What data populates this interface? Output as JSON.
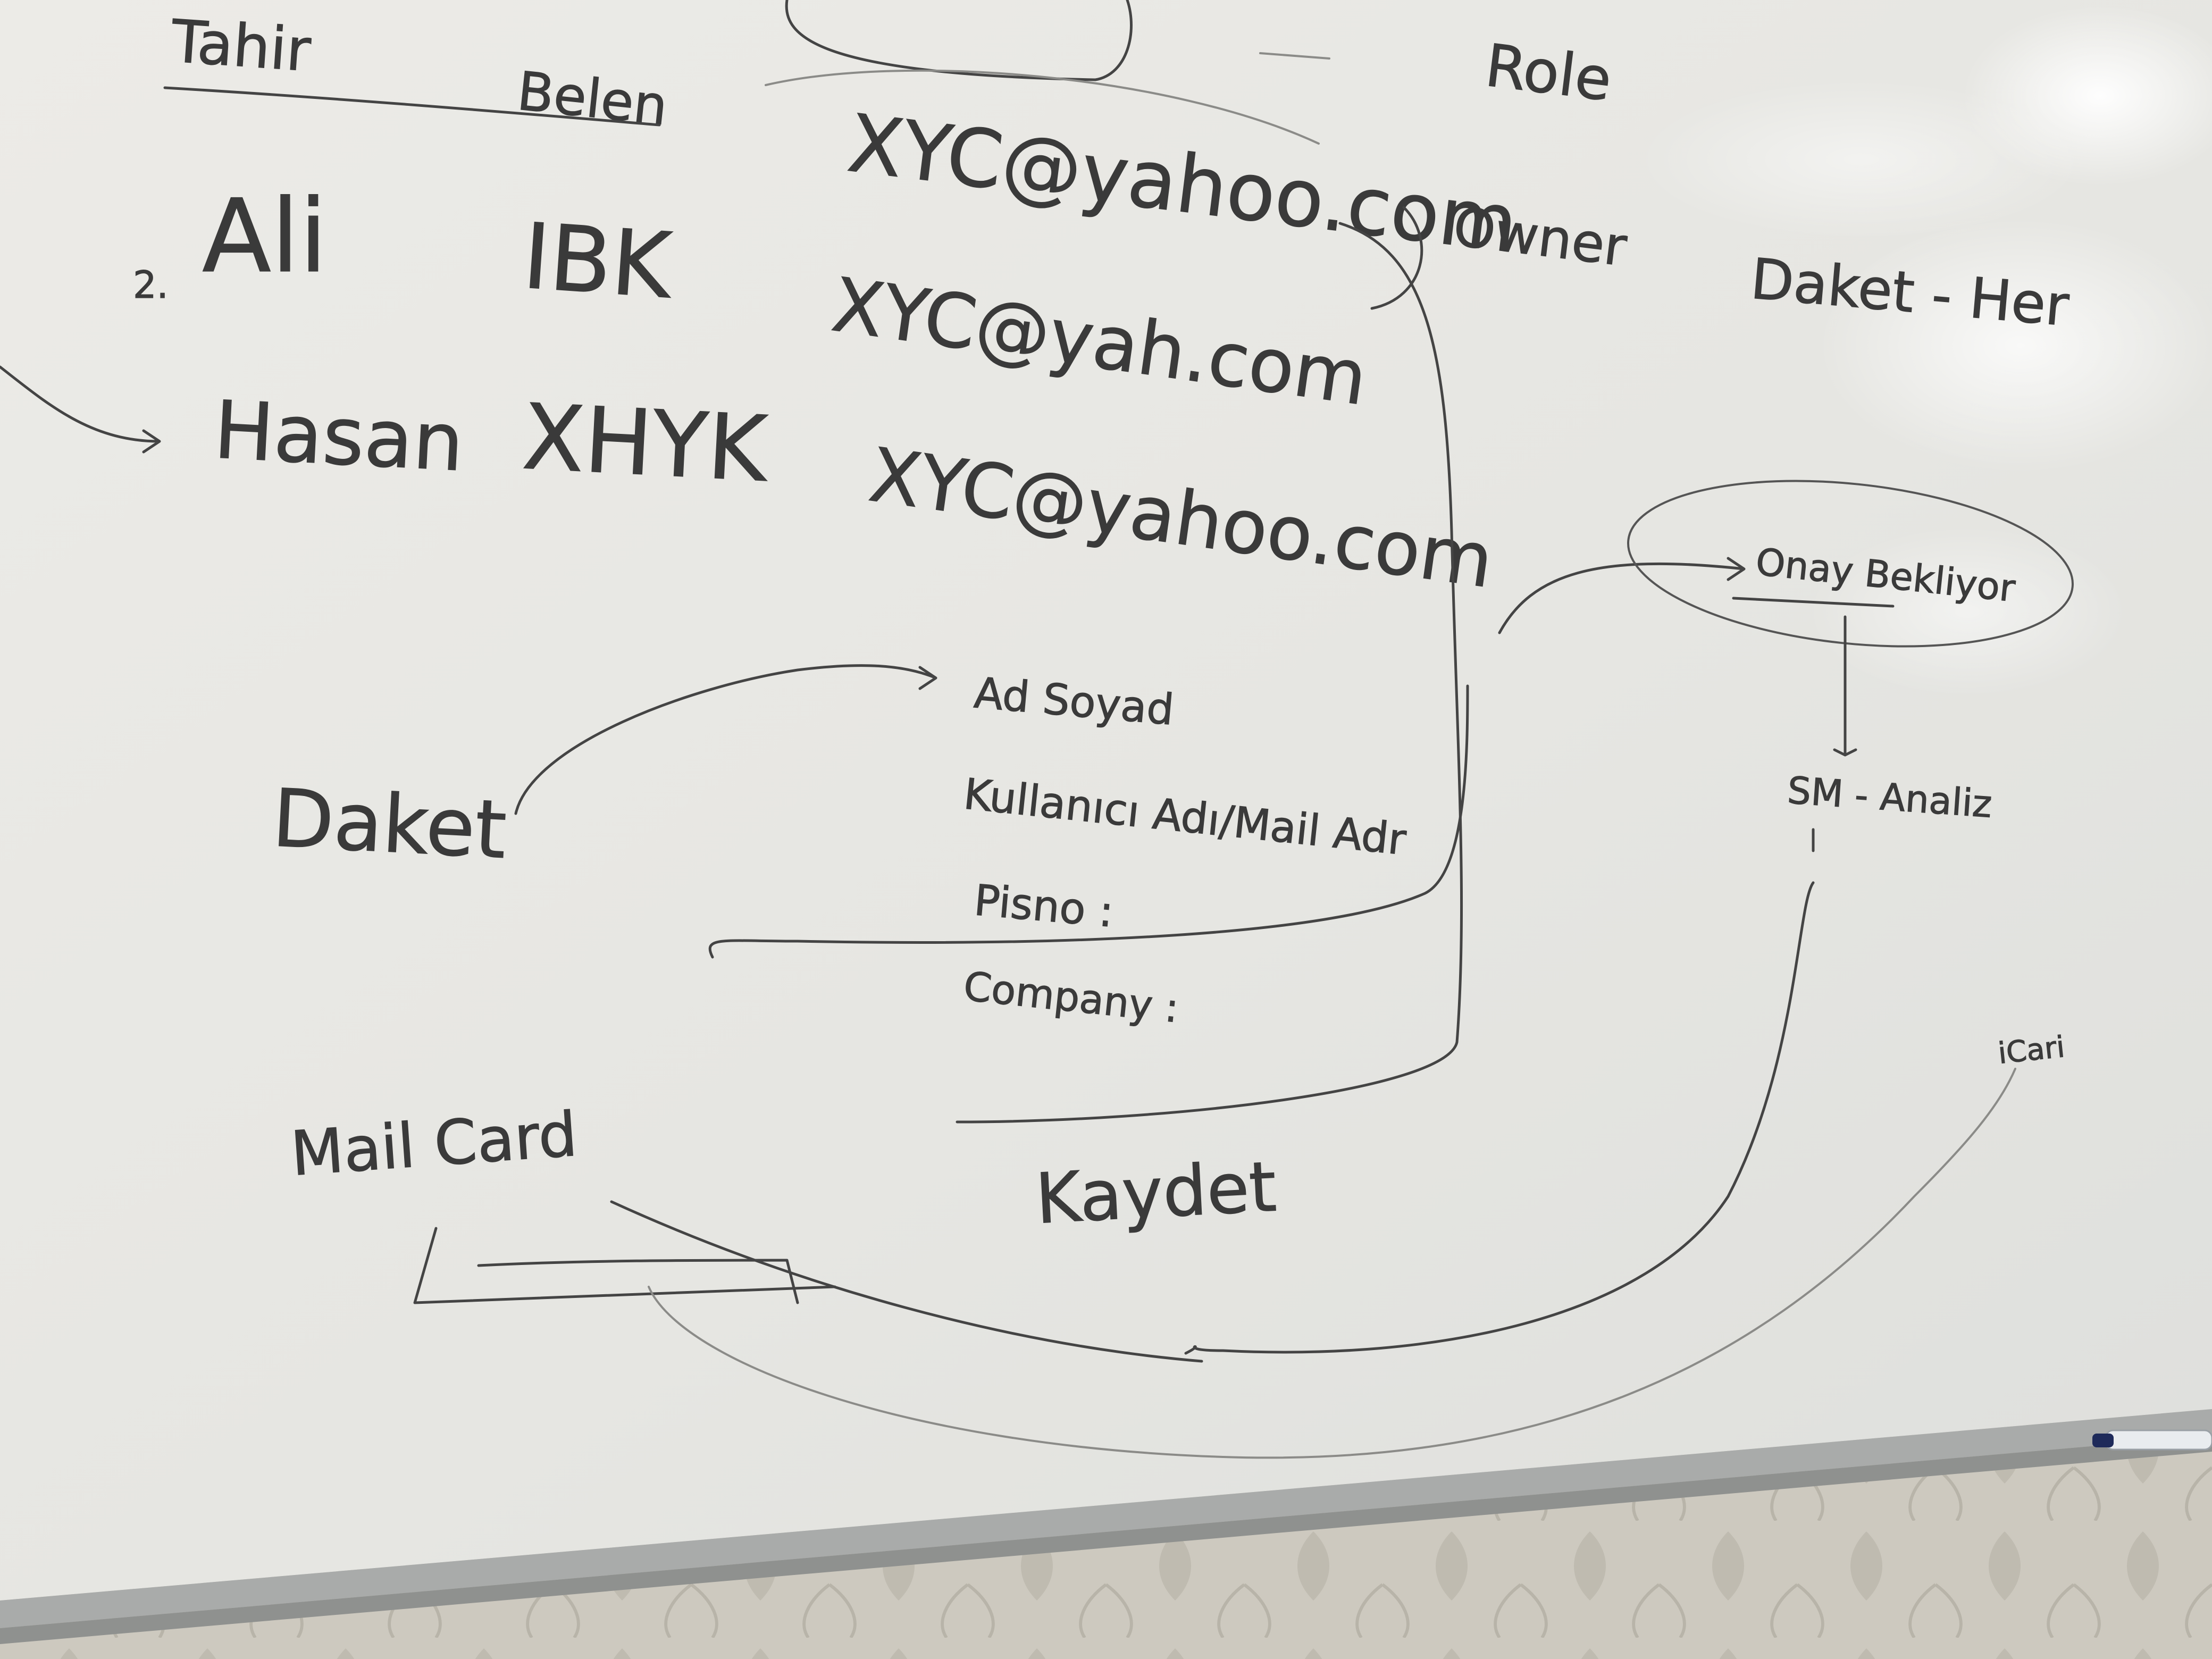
{
  "board": {
    "header_row": {
      "name_col_1": "Tahir",
      "name_col_2": "Belen",
      "role_col": "Role"
    },
    "rows": [
      {
        "marker": "2.",
        "name": "Ali",
        "code": "IBK",
        "email": "XYC@yahoo.com",
        "role": "Owner"
      },
      {
        "marker": "",
        "name": "Hasan",
        "code": "XHYK",
        "email": "XYC@yah.com",
        "role": ""
      },
      {
        "marker": "",
        "name": "",
        "code": "",
        "email": "XYC@yahoo.com",
        "role": ""
      }
    ],
    "top_right_note": "Daket - Her",
    "approval_bubble": "Onay Bekliyor",
    "flow_label": "SM - Analiz",
    "small_note": "iCari",
    "left_labels": {
      "package": "Daket",
      "mail_card": "Mail Card"
    },
    "form_fields": [
      "Ad Soyad",
      "Kullanıcı Adı/Mail Adr",
      "Pisno :",
      "Company :"
    ],
    "save_label": "Kaydet"
  },
  "colors": {
    "board": "#e9e9e5",
    "ink": "#3a3a3a",
    "frame": "#a8aaa9",
    "wall": "#c9c6bd"
  }
}
